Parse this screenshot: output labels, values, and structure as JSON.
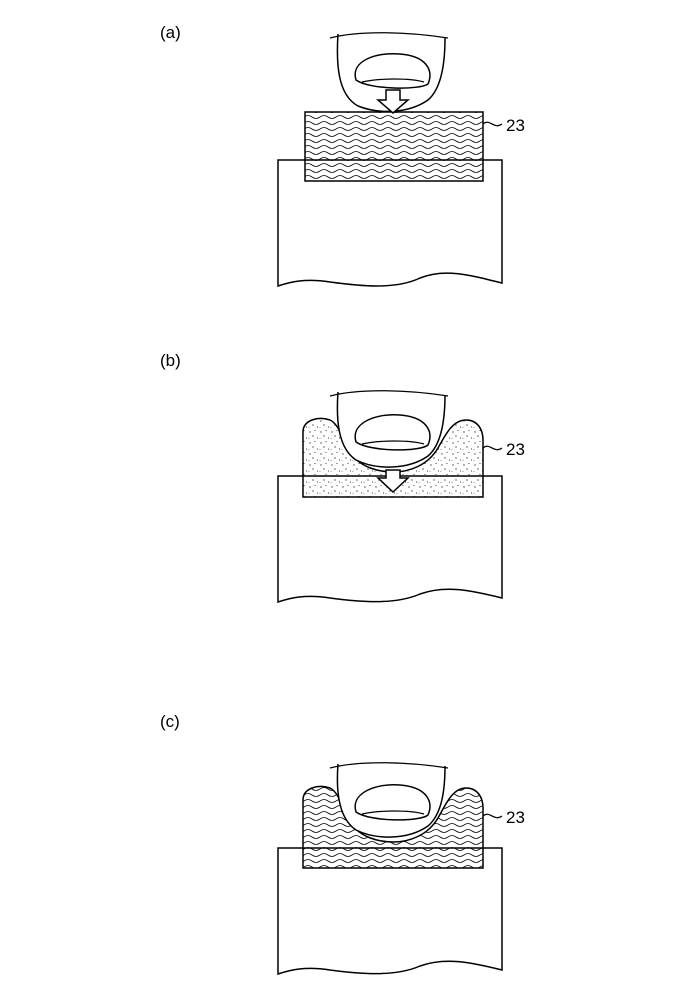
{
  "figure": {
    "panels": [
      {
        "label": "(a)",
        "reference": "23",
        "state": "wavy-before-press",
        "arrow": true
      },
      {
        "label": "(b)",
        "reference": "23",
        "state": "dotted-pressed",
        "arrow": true
      },
      {
        "label": "(c)",
        "reference": "23",
        "state": "wavy-deformed",
        "arrow": false
      }
    ]
  }
}
